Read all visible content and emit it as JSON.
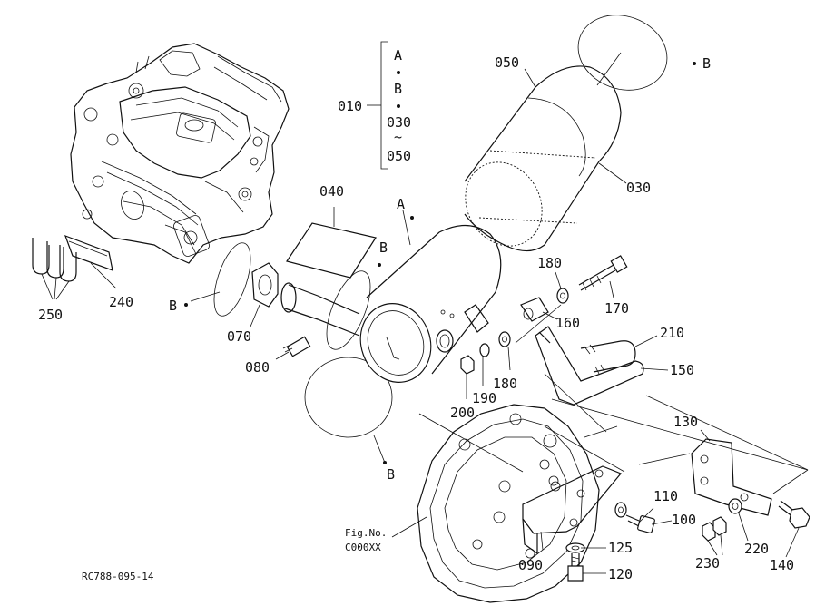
{
  "callouts": {
    "p010": "010",
    "p030a": "030",
    "p030b": "030",
    "p040": "040",
    "p050a": "050",
    "p050b": "050",
    "p070": "070",
    "p080": "080",
    "p090": "090",
    "p100": "100",
    "p110": "110",
    "p120": "120",
    "p125": "125",
    "p130": "130",
    "p140": "140",
    "p150": "150",
    "p160": "160",
    "p170": "170",
    "p180a": "180",
    "p180b": "180",
    "p190": "190",
    "p200": "200",
    "p210": "210",
    "p220": "220",
    "p230": "230",
    "p240": "240",
    "p250": "250"
  },
  "refs": {
    "a_top": "A",
    "b_top": "B",
    "a_main": "A",
    "b_right_top": "B",
    "b_mid": "B",
    "b_left": "B",
    "b_bottom": "B",
    "tilde": "~"
  },
  "fig_ref": {
    "line1": "Fig.No.",
    "line2": "C000XX"
  },
  "drawing_code": "RC788-095-14"
}
